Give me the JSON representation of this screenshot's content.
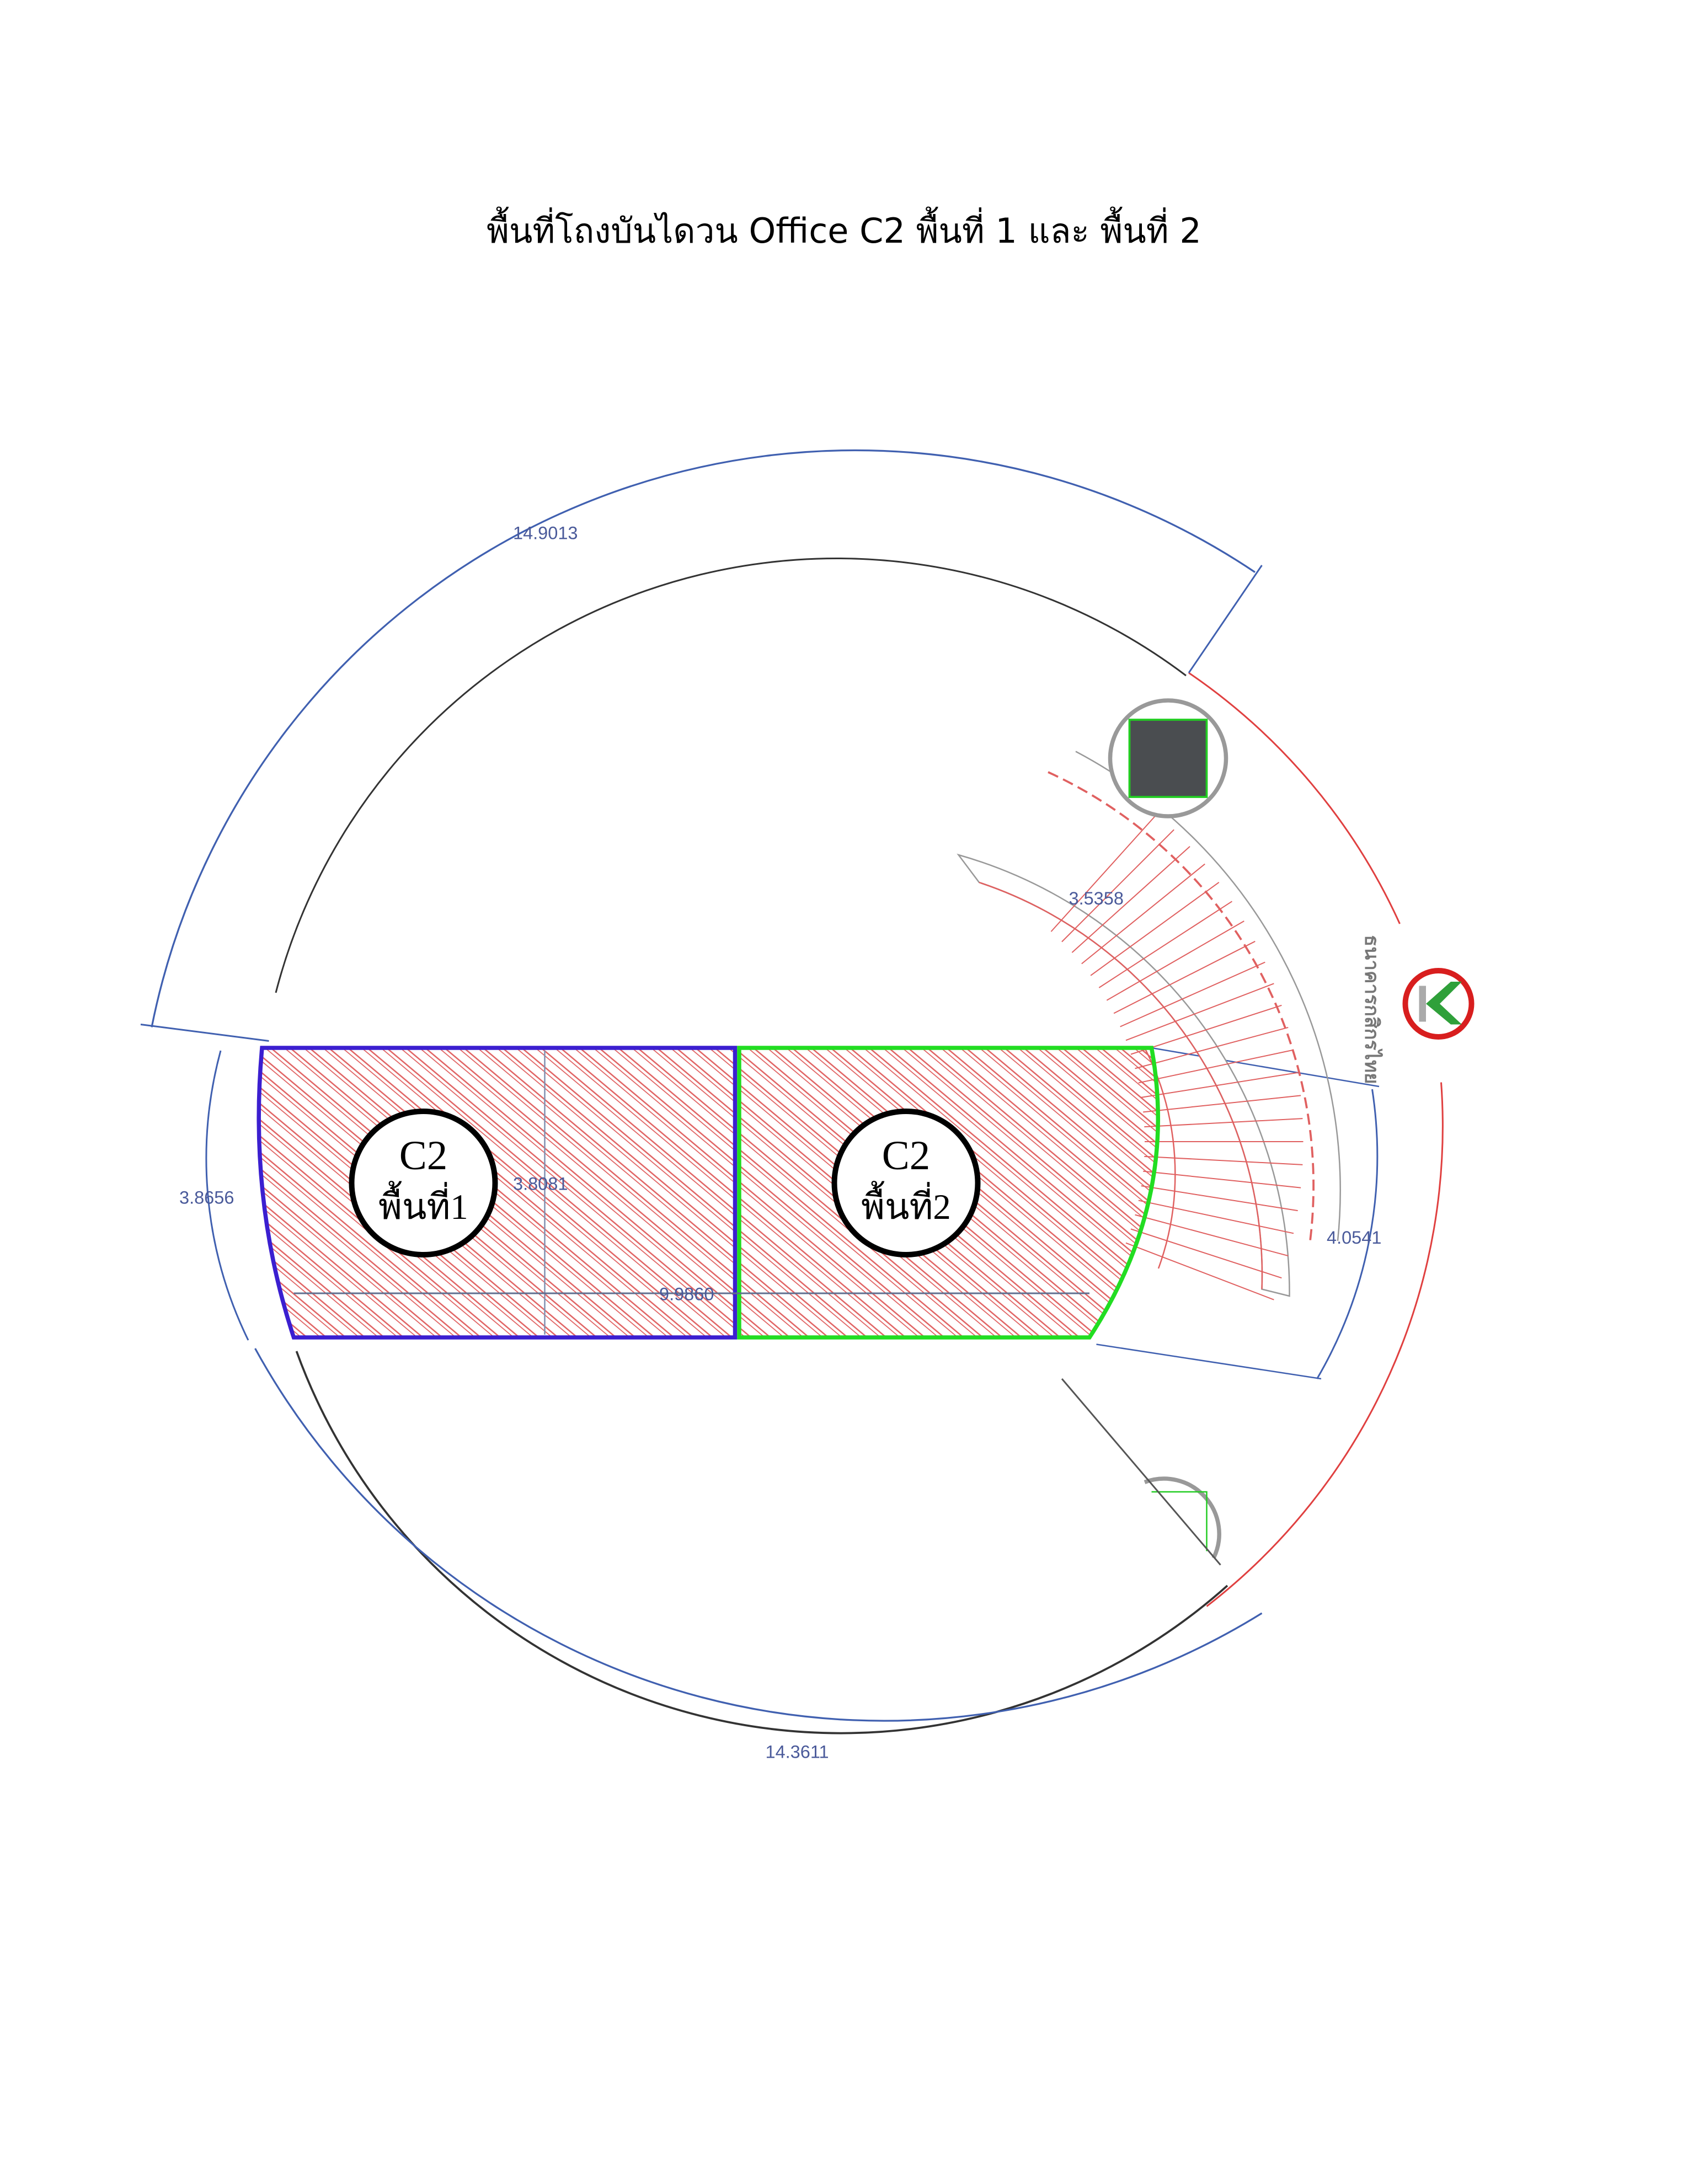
{
  "title": "พื้นที่โถงบันไดวน Office C2 พื้นที่ 1 และ พื้นที่ 2",
  "areas": [
    {
      "code": "C2",
      "name": "พื้นที่1",
      "border_color": "#3b1fd0"
    },
    {
      "code": "C2",
      "name": "พื้นที่2",
      "border_color": "#22dd22"
    }
  ],
  "dimensions": {
    "top_arc": "14.9013",
    "stair_arc": "3.5358",
    "left_arc": "3.8656",
    "height": "3.8081",
    "width": "9.9860",
    "right_arc": "4.0541",
    "bottom_arc": "14.3611"
  },
  "logo": {
    "bank_name": "ธนาคารกสิกรไทย"
  },
  "colors": {
    "hatch": "#e06060",
    "dimension": "#4060b0",
    "outline_red": "#e04040"
  }
}
